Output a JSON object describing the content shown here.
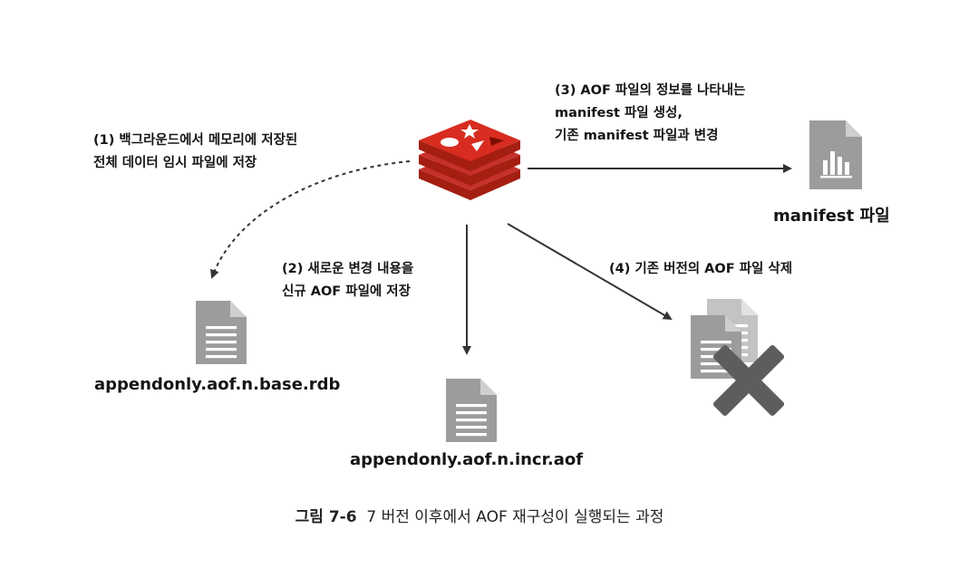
{
  "labels": {
    "step1_line1": "(1) 백그라운드에서 메모리에 저장된",
    "step1_line2": "전체 데이터 임시 파일에 저장",
    "step2_line1": "(2) 새로운 변경 내용을",
    "step2_line2": "신규 AOF 파일에 저장",
    "step3_line1": "(3) AOF 파일의 정보를 나타내는",
    "step3_line2": "manifest 파일 생성,",
    "step3_line3": "기존 manifest 파일과 변경",
    "step4_line1": "(4) 기존 버전의 AOF 파일 삭제"
  },
  "files": {
    "base": "appendonly.aof.n.base.rdb",
    "incr": "appendonly.aof.n.incr.aof",
    "manifest": "manifest 파일"
  },
  "caption": {
    "figure": "그림 7-6",
    "text": "7 버전 이후에서 AOF 재구성이 실행되는 과정"
  },
  "icons": {
    "redis": "redis-logo-icon",
    "file": "document-icon",
    "manifest": "chart-document-icon",
    "delete": "x-mark-icon"
  },
  "colors": {
    "redis_red": "#c6302b",
    "redis_dark": "#a41e11",
    "file_gray": "#9c9c9c",
    "x_gray": "#5d5d5d",
    "arrow": "#333333"
  }
}
